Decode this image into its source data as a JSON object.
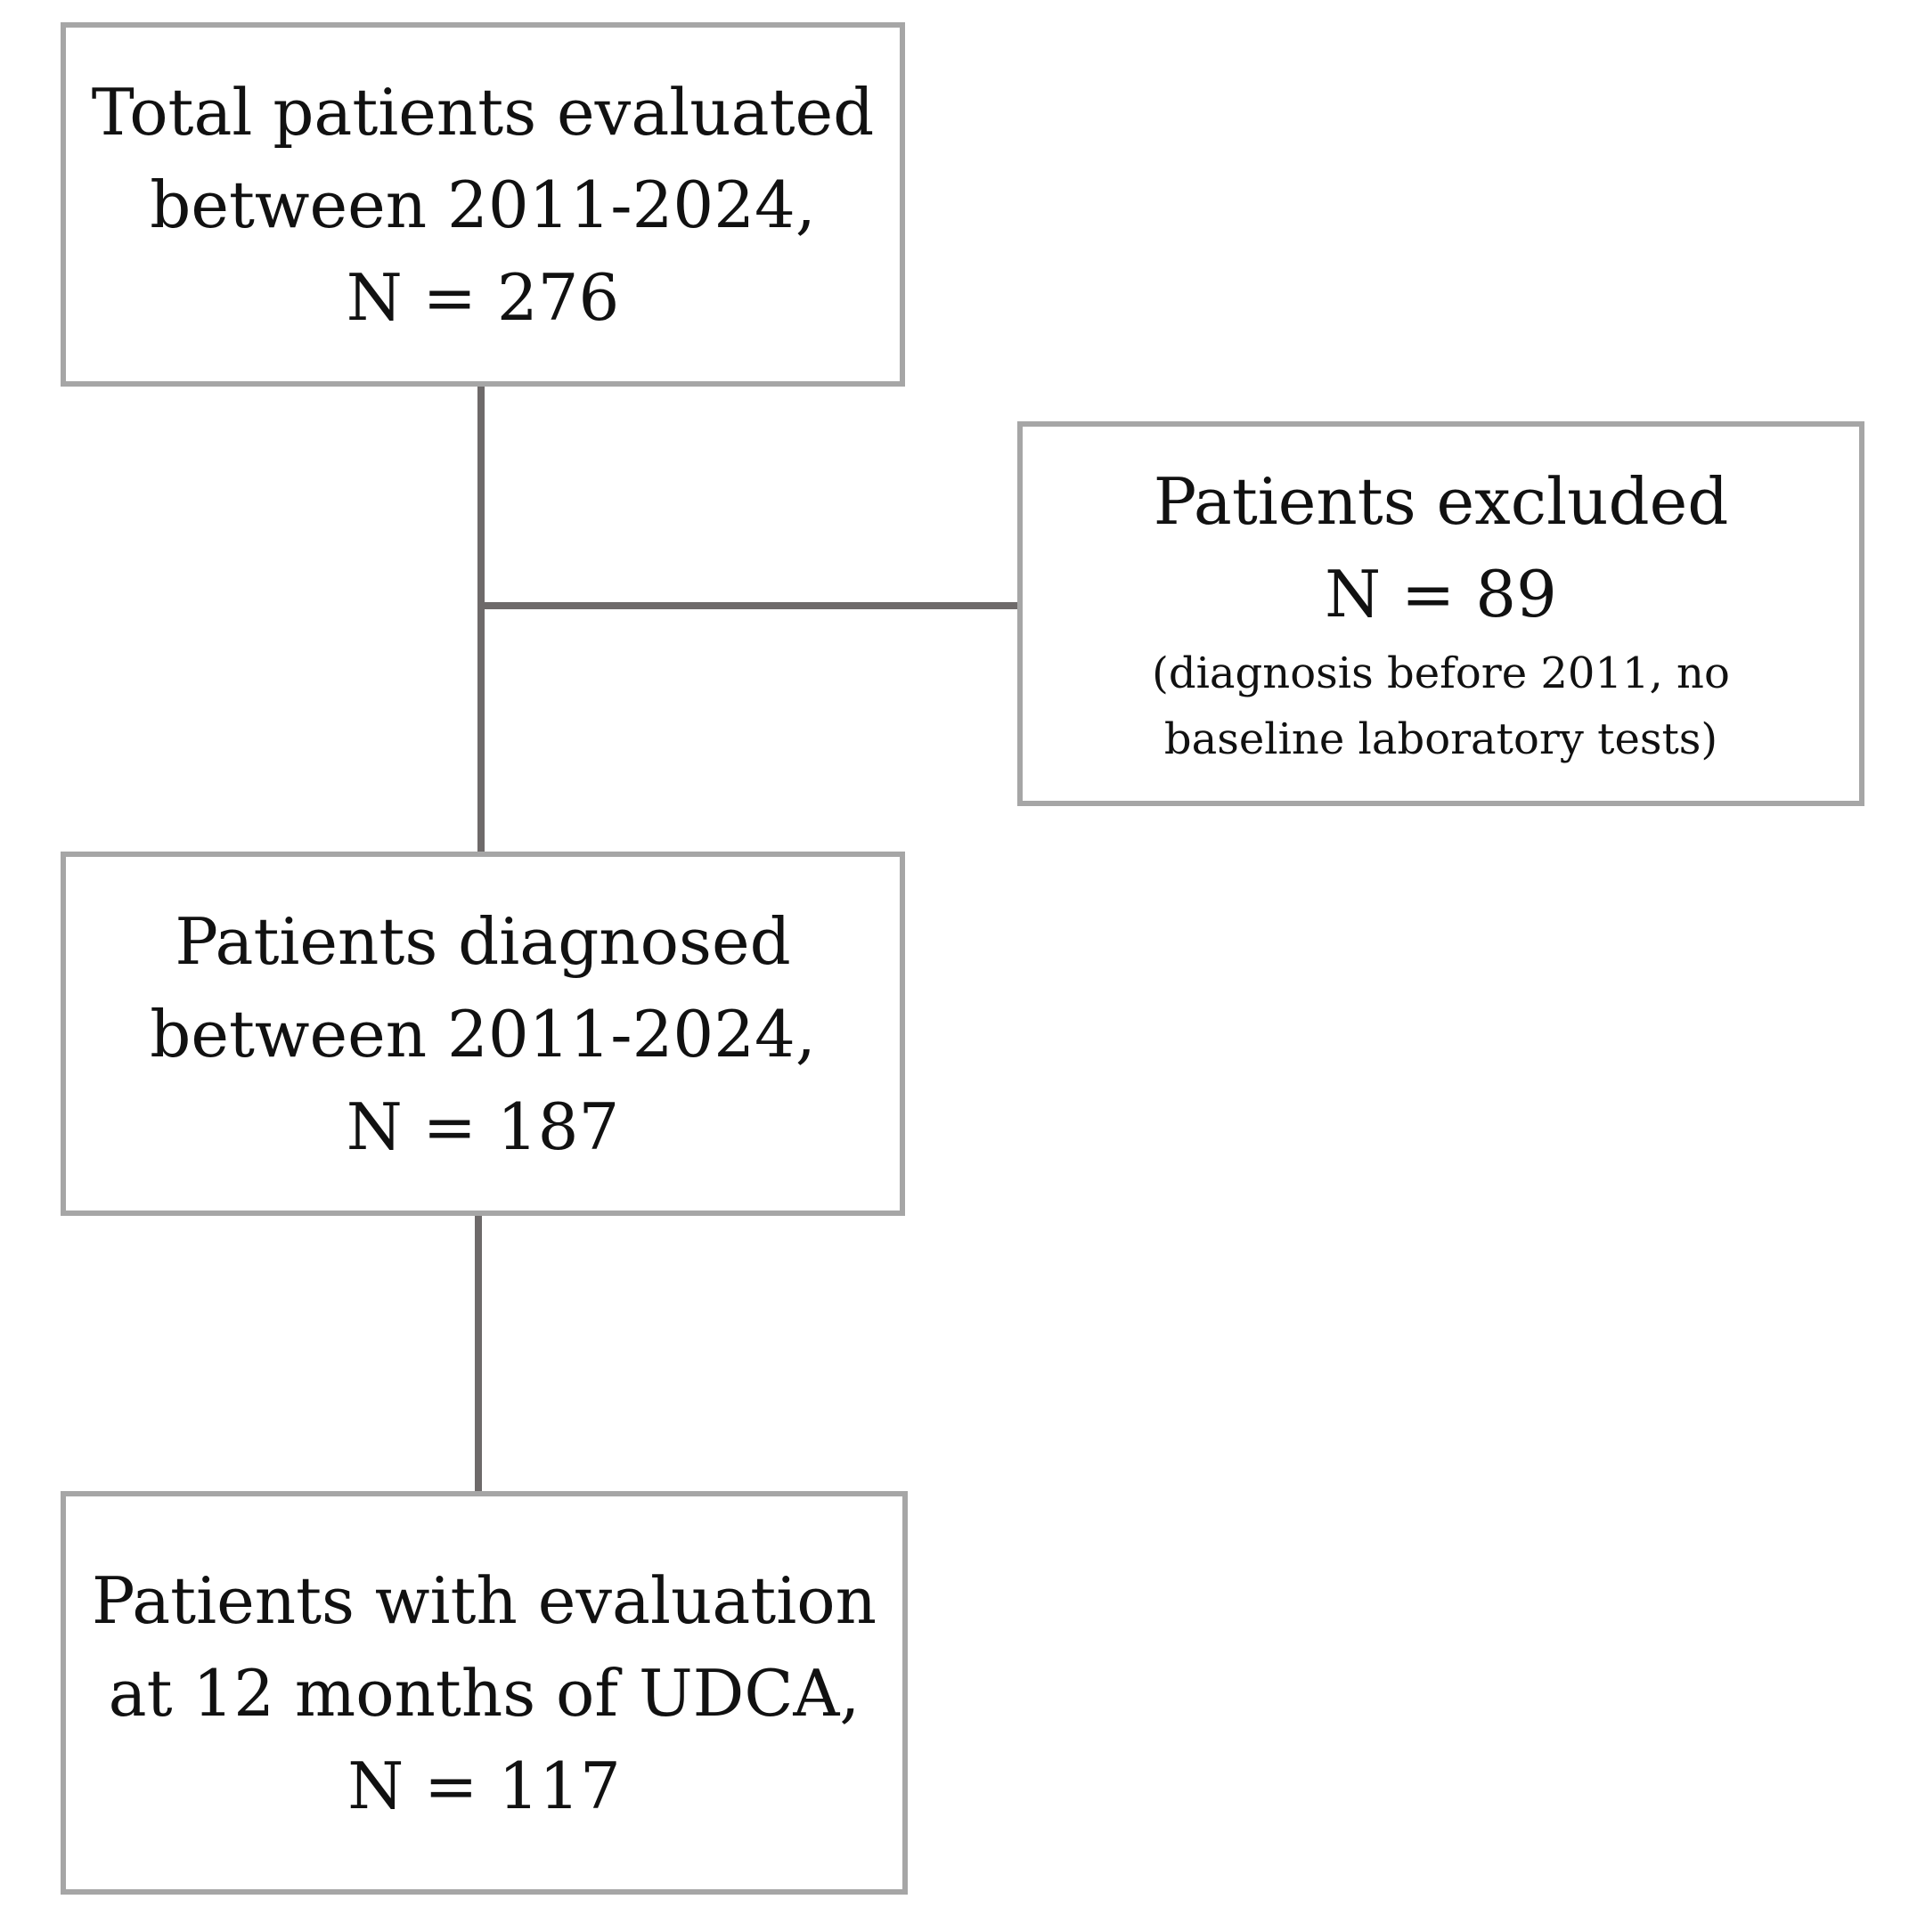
{
  "boxes": {
    "total": {
      "line1": "Total patients evaluated",
      "line2": "between 2011-2024,",
      "line3": "N = 276"
    },
    "excluded": {
      "line1": "Patients excluded",
      "line2": "N = 89",
      "note1": "(diagnosis before 2011, no",
      "note2": "baseline laboratory tests)"
    },
    "diagnosed": {
      "line1": "Patients diagnosed",
      "line2": "between 2011-2024,",
      "line3": "N = 187"
    },
    "evaluated_12m": {
      "line1": "Patients with evaluation",
      "line2": "at 12 months of UDCA,",
      "line3": "N = 117"
    }
  },
  "colors": {
    "box_border": "#a6a6a6",
    "connector": "#6e6a6a",
    "text": "#111111",
    "background": "#ffffff"
  }
}
